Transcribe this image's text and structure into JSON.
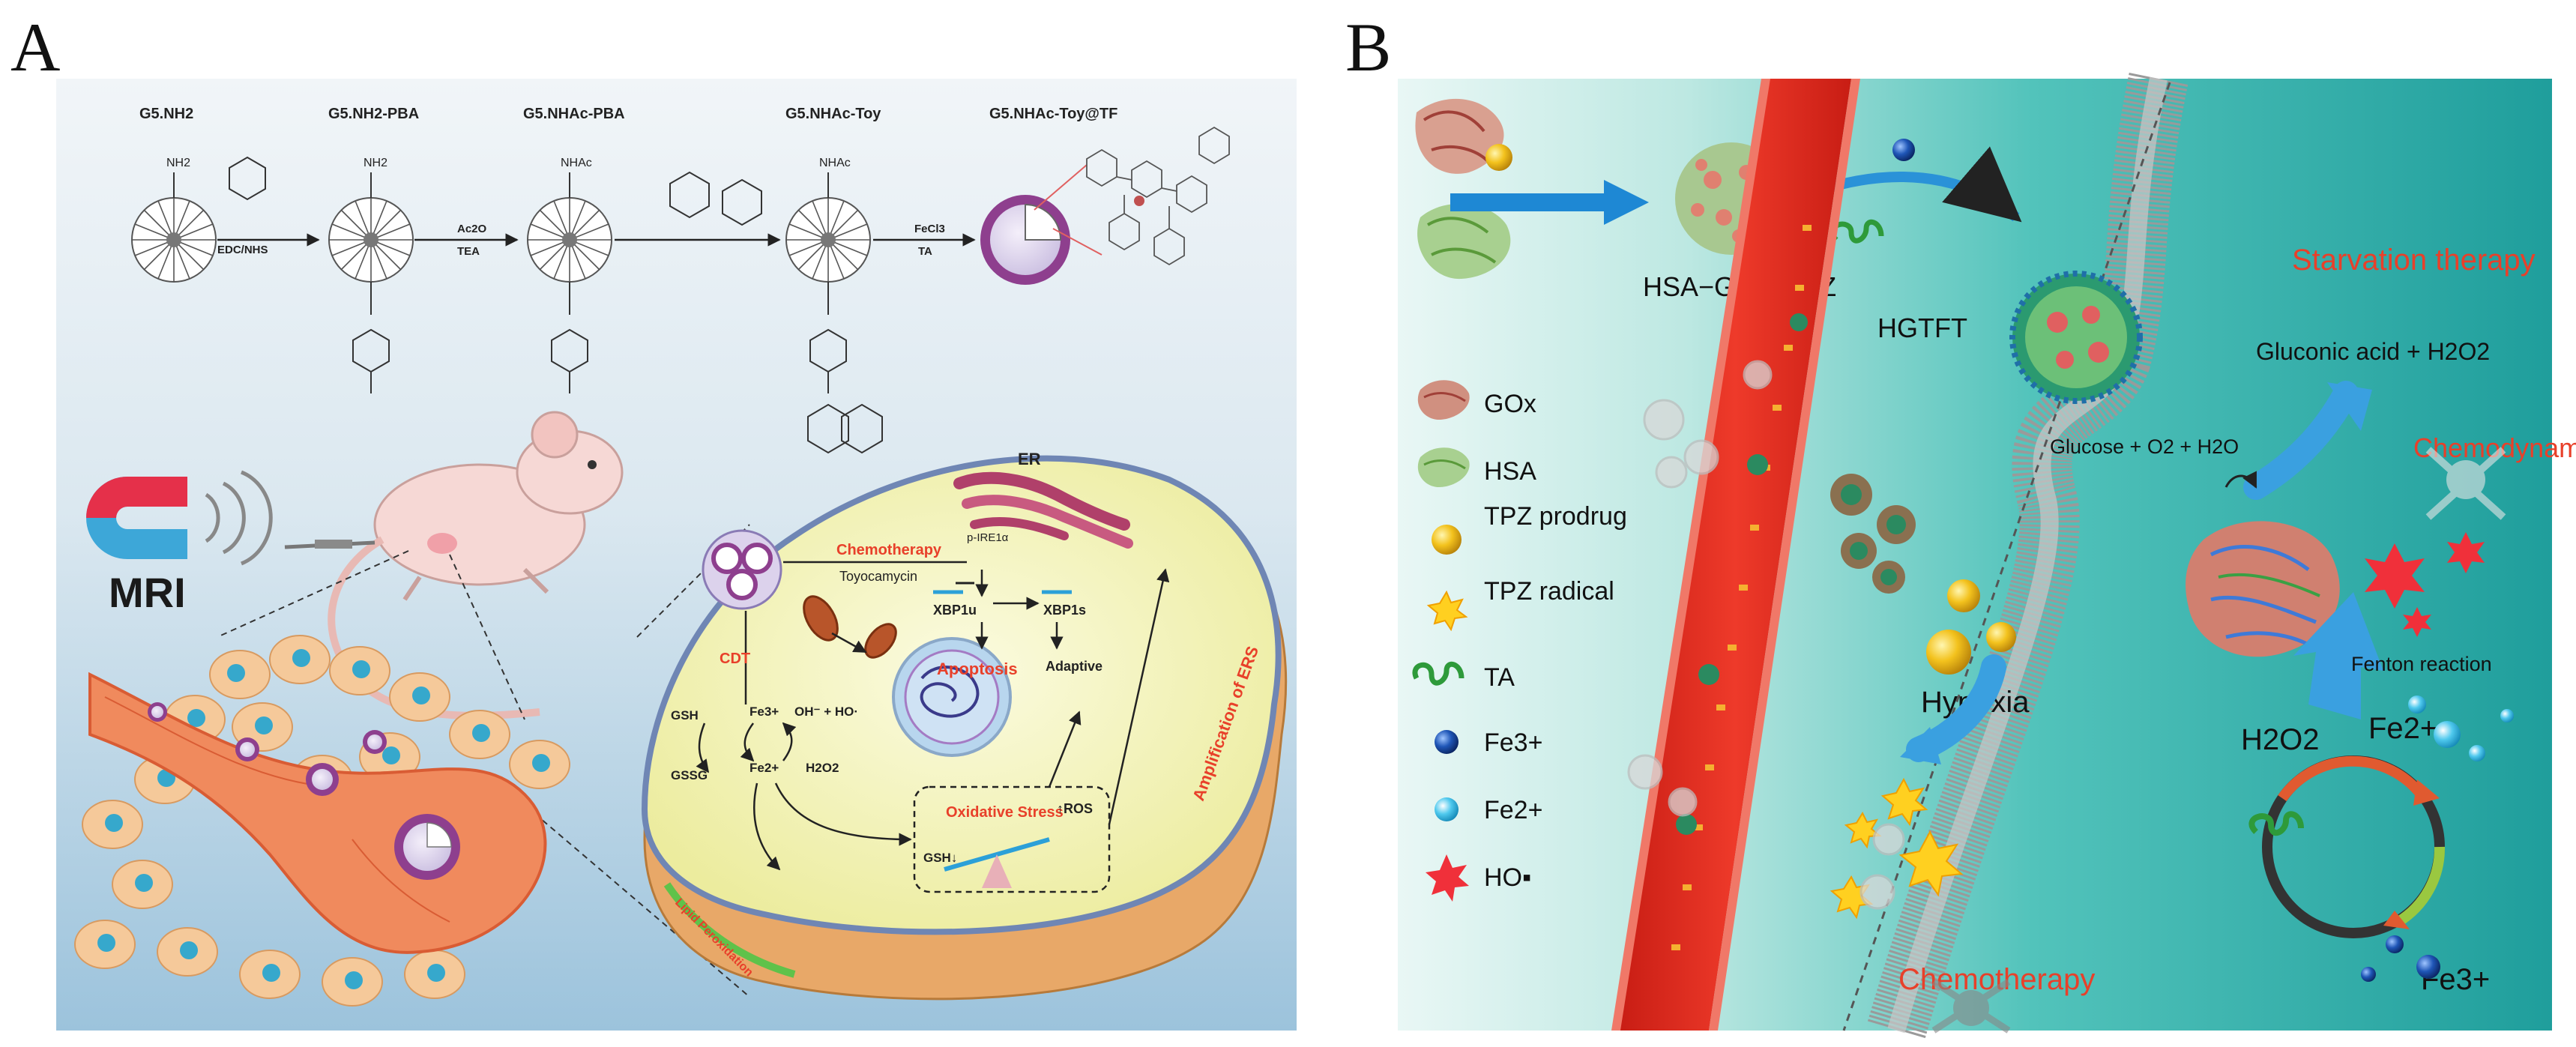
{
  "panel_a": {
    "letter": "A",
    "synthesis": {
      "headers": [
        "G5.NH2",
        "G5.NH2-PBA",
        "G5.NHAc-PBA",
        "G5.NHAc-Toy",
        "G5.NHAc-Toy@TF"
      ],
      "steps": [
        {
          "top": "EDC/NHS"
        },
        {
          "top": "Ac2O",
          "bottom": "TEA"
        },
        {
          "top": "",
          "bottom": ""
        },
        {
          "top": "FeCl3",
          "bottom": "TA"
        }
      ],
      "groups": [
        "NH2",
        "NH2",
        "NHAc",
        "NHAc"
      ]
    },
    "mri_label": "MRI",
    "cell": {
      "er": "ER",
      "p_ire1a": "p-IRE1α",
      "chemotherapy": "Chemotherapy",
      "toyocamycin": "Toyocamycin",
      "xbp1u": "XBP1u",
      "xbp1s": "XBP1s",
      "apoptosis": "Apoptosis",
      "adaptive": "Adaptive",
      "cdt": "CDT",
      "gsh": "GSH",
      "gssg": "GSSG",
      "fe3": "Fe3+",
      "fe2": "Fe2+",
      "oh": "OH⁻ + HO·",
      "h2o2": "H2O2",
      "oxidative_stress": "Oxidative Stress",
      "ros": "↑ROS",
      "gsh_down": "GSH↓",
      "lipid_peroxidation": "Lipid Peroxidation",
      "amplification": "Amplification of ERS"
    }
  },
  "panel_b": {
    "letter": "B",
    "hsa_gox_tpz": "HSA−GOx−TPZ",
    "hgtft": "HGTFT",
    "starvation": "Starvation therapy",
    "gluconic": "Gluconic acid + H2O2",
    "glucose": "Glucose + O2 + H2O",
    "chemodynamic": "Chemodynamic therapy",
    "fenton": "Fenton reaction",
    "hypoxia": "Hypoxia",
    "chemotherapy": "Chemotherapy",
    "h2o2": "H2O2",
    "fe2": "Fe2+",
    "fe3": "Fe3+",
    "legend": [
      {
        "label": "GOx",
        "icon": "gox-protein-icon"
      },
      {
        "label": "HSA",
        "icon": "hsa-protein-icon"
      },
      {
        "label": "TPZ prodrug",
        "icon": "yellow-sphere-icon"
      },
      {
        "label": "TPZ radical",
        "icon": "yellow-star-icon"
      },
      {
        "label": "TA",
        "icon": "green-coil-icon"
      },
      {
        "label": "Fe3+",
        "icon": "dark-blue-sphere-icon"
      },
      {
        "label": "Fe2+",
        "icon": "light-blue-sphere-icon"
      },
      {
        "label": "HO▪",
        "icon": "red-star-icon"
      }
    ]
  },
  "colors": {
    "red_text": "#e8402a",
    "vessel": "#e0281c",
    "panel_b_bg": "#2bb5b0",
    "cell_yellow": "#f2f2c0",
    "cell_border": "#6f86b4",
    "nanoparticle_purple": "#8e3f8e"
  }
}
